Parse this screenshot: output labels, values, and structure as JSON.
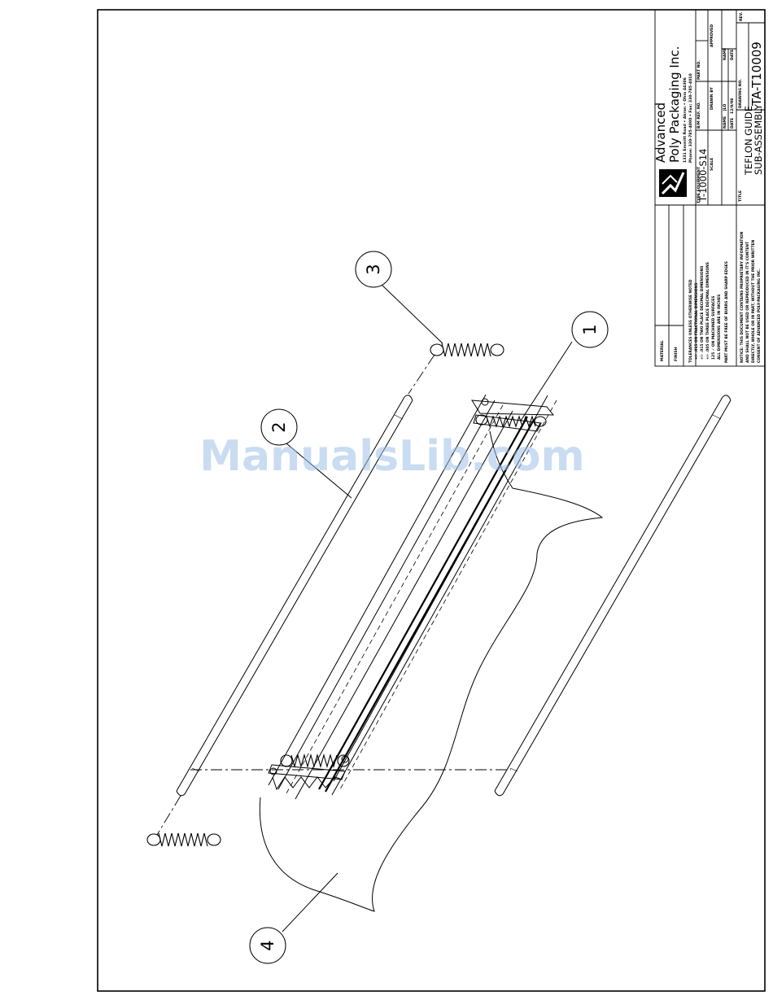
{
  "title_block": {
    "company_line1": "Advanced",
    "company_line2": "Poly Packaging Inc.",
    "company_address": "1331 Emmitt Road  •  Akron  •  Ohio  44306",
    "company_phone": "Phone: 330-785-4000  •  Fax: 330-785-4010",
    "type_equipment_label": "TYPE EQUIPMENT",
    "type_equipment_value": "T-1000-S14",
    "bm_ref_label": "B/M REF. NO.",
    "part_no_label": "PART NO.",
    "scale_label": "SCALE",
    "drawn_by_label": "DRAWN BY",
    "approved_label": "APPROVED",
    "name_label": "NAME",
    "name_value": "JLO",
    "date_label": "DATE",
    "date_value": "12/9/98",
    "title_label": "TITLE",
    "title_line1": "TEFLON GUIDE",
    "title_line2": "SUB-ASSEMBLY",
    "drawing_no_label": "DRAWING NO.",
    "drawing_no_value": "TA-T10009",
    "rev_label": "REV.",
    "material_label": "MATERIAL",
    "finish_label": "FINISH",
    "tolerances": [
      "TOLERANCES UNLESS OTHERWISE NOTED",
      "+/- .015 ON FRACTIONAL DIMENSIONS",
      "+/- .015 ON TWO PLACE DECIMAL DIMENSIONS",
      "+/- .005 ON THREE PLACE DECIMAL DIMENSIONS",
      "125 ✓ ON MACHINED SURFACES",
      "ALL DIMENSIONS ARE IN INCHES",
      "PART MUST BE FREE OF BURRS AND SHARP EDGES"
    ],
    "notice": [
      "NOTICE: THIS DOCUMENT CONTAINS PROPRIETARY INFORMATION",
      "AND SHALL NOT BE USED OR REPRODUCED IN IT'S CONTENT",
      "DIRECTLY, WHOLE OR IN PART, WITHOUT THE PRIOR WRITTEN",
      "CONSENT OF ADVANCED POLY-PACKAGING INC."
    ]
  },
  "balloons": {
    "b1": "1",
    "b2": "2",
    "b3": "3",
    "b4": "4"
  },
  "watermark": "ManualsLib.com"
}
